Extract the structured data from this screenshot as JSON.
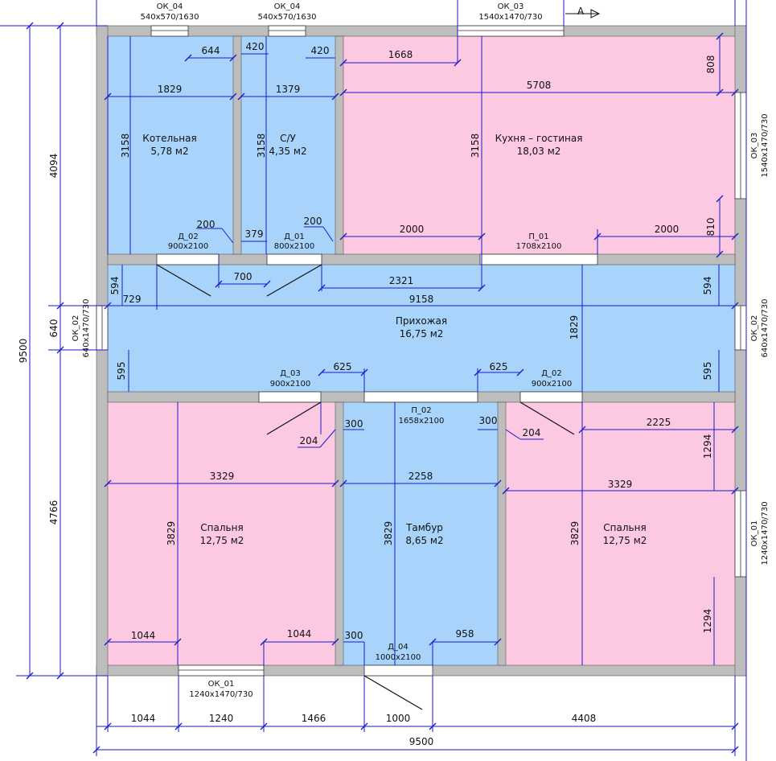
{
  "colors": {
    "wet": "#a8d4fb",
    "living": "#fdc8e2",
    "wall": "#bdbdbd",
    "dim": "#1a1ac8"
  },
  "section_marker": "A",
  "rooms": {
    "boiler": {
      "name": "Котельная",
      "area": "5,78 м2"
    },
    "wc": {
      "name": "С/У",
      "area": "4,35 м2"
    },
    "kitchen": {
      "name": "Кухня – гостиная",
      "area": "18,03 м2"
    },
    "hall": {
      "name": "Прихожая",
      "area": "16,75 м2"
    },
    "bed1": {
      "name": "Спальня",
      "area": "12,75 м2"
    },
    "vestibule": {
      "name": "Тамбур",
      "area": "8,65 м2"
    },
    "bed2": {
      "name": "Спальня",
      "area": "12,75 м2"
    }
  },
  "openings": {
    "ok04a": {
      "tag": "ОК_04",
      "size": "540х570/1630"
    },
    "ok04b": {
      "tag": "ОК_04",
      "size": "540х570/1630"
    },
    "ok03top": {
      "tag": "ОК_03",
      "size": "1540х1470/730"
    },
    "ok03right": {
      "tag": "ОК_03",
      "size": "1540х1470/730"
    },
    "ok02left": {
      "tag": "ОК_02",
      "size": "640х1470/730"
    },
    "ok02right": {
      "tag": "ОК_02",
      "size": "640х1470/730"
    },
    "ok01right": {
      "tag": "ОК_01",
      "size": "1240х1470/730"
    },
    "ok01bottom": {
      "tag": "ОК_01",
      "size": "1240х1470/730"
    },
    "d02": {
      "tag": "Д_02",
      "size": "900х2100"
    },
    "d01": {
      "tag": "Д_01",
      "size": "800х2100"
    },
    "p01": {
      "tag": "П_01",
      "size": "1708х2100"
    },
    "d03": {
      "tag": "Д_03",
      "size": "900х2100"
    },
    "p02": {
      "tag": "П_02",
      "size": "1658х2100"
    },
    "d02b": {
      "tag": "Д_02",
      "size": "900х2100"
    },
    "d04": {
      "tag": "Д_04",
      "size": "1000х2100"
    }
  },
  "dims": {
    "d644": "644",
    "d420a": "420",
    "d420b": "420",
    "d1668": "1668",
    "d808": "808",
    "d1829a": "1829",
    "d1379": "1379",
    "d5708": "5708",
    "d3158a": "3158",
    "d3158b": "3158",
    "d3158c": "3158",
    "d200a": "200",
    "d200b": "200",
    "d379": "379",
    "d2000a": "2000",
    "d2000b": "2000",
    "d810": "810",
    "d594a": "594",
    "d594b": "594",
    "d700": "700",
    "d2321": "2321",
    "d729": "729",
    "d9158": "9158",
    "d1829b": "1829",
    "d595a": "595",
    "d595b": "595",
    "d625a": "625",
    "d625b": "625",
    "d204a": "204",
    "d204b": "204",
    "d300a": "300",
    "d300b": "300",
    "d2225": "2225",
    "d1294a": "1294",
    "d3329a": "3329",
    "d2258": "2258",
    "d3329b": "3329",
    "d3829a": "3829",
    "d3829b": "3829",
    "d3829c": "3829",
    "d1044a": "1044",
    "d1044b": "1044",
    "d300c": "300",
    "d958": "958",
    "d1294b": "1294",
    "b1044": "1044",
    "b1240": "1240",
    "b1466": "1466",
    "b1000": "1000",
    "b4408": "4408",
    "b9500": "9500",
    "l4094": "4094",
    "l640": "640",
    "l4766": "4766",
    "l9500": "9500"
  }
}
